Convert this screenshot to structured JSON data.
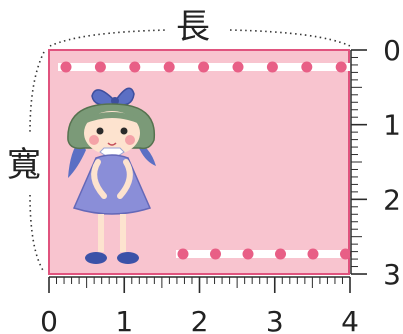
{
  "labels": {
    "length": "長",
    "width": "寬"
  },
  "ruler": {
    "horizontal_ticks": [
      "0",
      "1",
      "2",
      "3",
      "4"
    ],
    "vertical_ticks": [
      "0",
      "1",
      "2",
      "3"
    ]
  },
  "colors": {
    "card_fill": "#f8c4cf",
    "card_border": "#e0537e",
    "dot": "#e85f86",
    "ruler": "#2b2b2b"
  }
}
